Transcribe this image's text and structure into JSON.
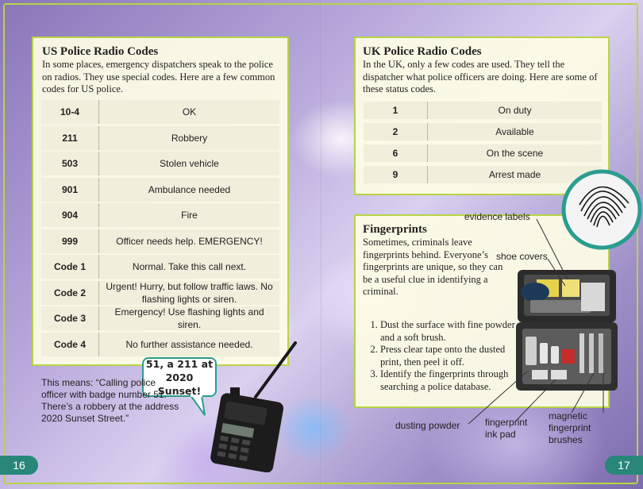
{
  "us_panel": {
    "title": "US Police Radio Codes",
    "intro": "In some places, emergency dispatchers speak to the police on radios. They use special codes. Here are a few common codes for US police.",
    "codes": [
      {
        "code": "10-4",
        "meaning": "OK"
      },
      {
        "code": "211",
        "meaning": "Robbery"
      },
      {
        "code": "503",
        "meaning": "Stolen vehicle"
      },
      {
        "code": "901",
        "meaning": "Ambulance needed"
      },
      {
        "code": "904",
        "meaning": "Fire"
      },
      {
        "code": "999",
        "meaning": "Officer needs help. EMERGENCY!"
      },
      {
        "code": "Code 1",
        "meaning": "Normal. Take this call next."
      },
      {
        "code": "Code 2",
        "meaning": "Urgent! Hurry, but follow traffic laws. No flashing lights or siren."
      },
      {
        "code": "Code 3",
        "meaning": "Emergency! Use flashing lights and siren."
      },
      {
        "code": "Code 4",
        "meaning": "No further assistance needed."
      }
    ]
  },
  "radio": {
    "bubble_text": "51, a 211 at 2020 Sunset!",
    "explanation": "This means: “Calling police officer with badge number 51. There’s a robbery at the address 2020 Sunset Street.”"
  },
  "uk_panel": {
    "title": "UK Police Radio Codes",
    "intro": "In the UK, only a few codes are used. They tell the dispatcher what police officers are doing. Here are some of these status codes.",
    "codes": [
      {
        "code": "1",
        "meaning": "On duty"
      },
      {
        "code": "2",
        "meaning": "Available"
      },
      {
        "code": "6",
        "meaning": "On the scene"
      },
      {
        "code": "9",
        "meaning": "Arrest made"
      }
    ]
  },
  "fingerprints": {
    "title": "Fingerprints",
    "intro": "Sometimes, criminals leave fingerprints behind. Everyone’s fingerprints are unique, so they can be a useful clue in identifying a criminal.",
    "steps": [
      "Dust the surface with fine powder and a soft brush.",
      "Press clear tape onto the dusted print, then peel it off.",
      "Identify the fingerprints through searching a police database."
    ]
  },
  "kit_labels": {
    "evidence_labels": "evidence labels",
    "shoe_covers": "shoe covers",
    "dusting_powder": "dusting powder",
    "ink_pad": "fingerprint ink pad",
    "brushes": "magnetic fingerprint brushes"
  },
  "page_numbers": {
    "left": "16",
    "right": "17"
  },
  "colors": {
    "accent_green": "#b7d445",
    "teal": "#29877a",
    "panel_bg": "#fcfce6"
  }
}
